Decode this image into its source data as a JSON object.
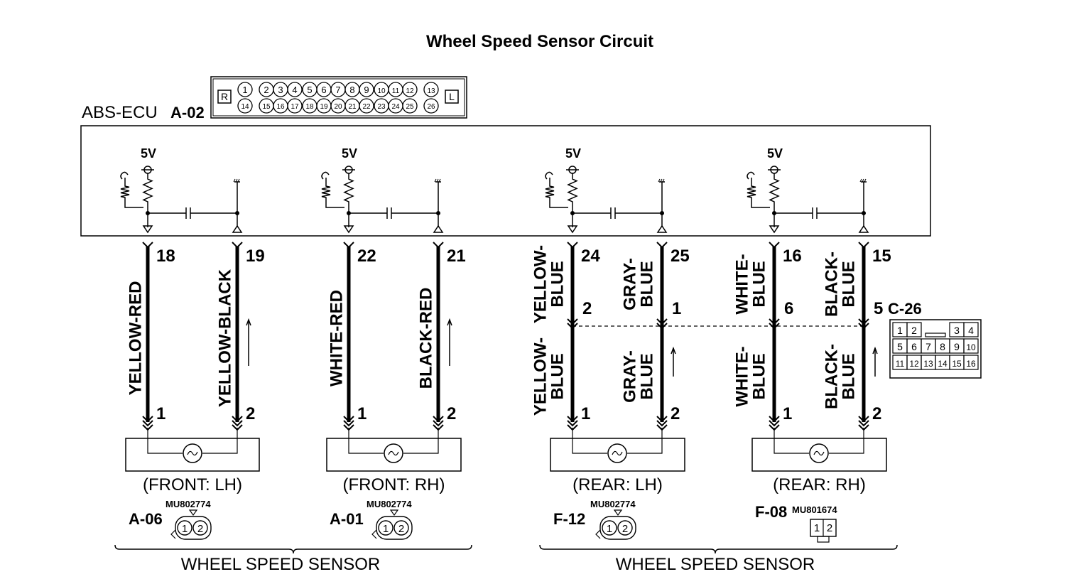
{
  "title": "Wheel Speed Sensor Circuit",
  "ecu": {
    "label": "ABS-ECU",
    "connector": "A-02",
    "connector_face": {
      "left_tag": "R",
      "right_tag": "L",
      "top_row": [
        "1",
        "2",
        "3",
        "4",
        "5",
        "6",
        "7",
        "8",
        "9",
        "10",
        "11",
        "12",
        "13"
      ],
      "bottom_row": [
        "14",
        "15",
        "16",
        "17",
        "18",
        "19",
        "20",
        "21",
        "22",
        "23",
        "24",
        "25",
        "26"
      ]
    },
    "supply_label": "5V"
  },
  "circuits": [
    {
      "sensor_label": "(FRONT: LH)",
      "wire_a": {
        "color": "YELLOW-RED",
        "ecu_pin": "18",
        "sensor_pin": "1"
      },
      "wire_b": {
        "color": "YELLOW-BLACK",
        "ecu_pin": "19",
        "sensor_pin": "2"
      },
      "connector": "A-06",
      "part_no": "MU802774"
    },
    {
      "sensor_label": "(FRONT: RH)",
      "wire_a": {
        "color": "WHITE-RED",
        "ecu_pin": "22",
        "sensor_pin": "1"
      },
      "wire_b": {
        "color": "BLACK-RED",
        "ecu_pin": "21",
        "sensor_pin": "2"
      },
      "connector": "A-01",
      "part_no": "MU802774"
    },
    {
      "sensor_label": "(REAR: LH)",
      "wire_a": {
        "color_top": [
          "YELLOW-",
          "BLUE"
        ],
        "color_bottom": [
          "YELLOW-",
          "BLUE"
        ],
        "ecu_pin": "24",
        "mid_pin": "2",
        "sensor_pin": "1"
      },
      "wire_b": {
        "color_top": [
          "GRAY-",
          "BLUE"
        ],
        "color_bottom": [
          "GRAY-",
          "BLUE"
        ],
        "ecu_pin": "25",
        "mid_pin": "1",
        "sensor_pin": "2"
      },
      "connector": "F-12",
      "part_no": "MU802774"
    },
    {
      "sensor_label": "(REAR: RH)",
      "wire_a": {
        "color_top": [
          "WHITE-",
          "BLUE"
        ],
        "color_bottom": [
          "WHITE-",
          "BLUE"
        ],
        "ecu_pin": "16",
        "mid_pin": "6",
        "sensor_pin": "1"
      },
      "wire_b": {
        "color_top": [
          "BLACK-",
          "BLUE"
        ],
        "color_bottom": [
          "BLACK-",
          "BLUE"
        ],
        "ecu_pin": "15",
        "mid_pin": "5",
        "sensor_pin": "2"
      },
      "connector": "F-08",
      "part_no": "MU801674"
    }
  ],
  "intermediate_connector": {
    "name": "C-26",
    "top_row": [
      "1",
      "2",
      "3",
      "4"
    ],
    "middle_row": [
      "5",
      "6",
      "7",
      "8",
      "9",
      "10"
    ],
    "bottom_row": [
      "11",
      "12",
      "13",
      "14",
      "15",
      "16"
    ]
  },
  "group_labels": [
    "WHEEL SPEED SENSOR",
    "WHEEL SPEED SENSOR"
  ],
  "sensor_pin_face": {
    "one": "1",
    "two": "2"
  }
}
